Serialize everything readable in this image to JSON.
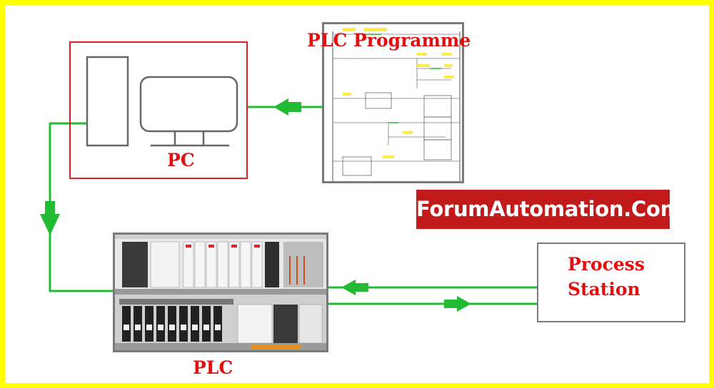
{
  "labels": {
    "pc": "PC",
    "plc_programme": "PLC Programme",
    "plc": "PLC",
    "process_station_line1": "Process",
    "process_station_line2": "Station",
    "brand": "ForumAutomation.Com"
  },
  "colors": {
    "frame": "#ffff00",
    "label_red": "#e01010",
    "connector_green": "#22bb33",
    "brand_bg": "#c21a1a"
  }
}
